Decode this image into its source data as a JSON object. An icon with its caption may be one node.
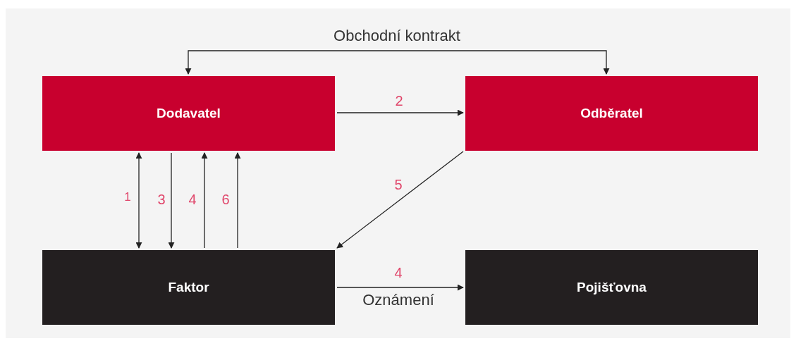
{
  "diagram": {
    "nodes": [
      {
        "text": [
          "Dodavatel"
        ]
      },
      {
        "text": [
          "Odběratel"
        ]
      },
      {
        "text": [
          "Faktor"
        ]
      },
      {
        "text": [
          "Pojišťovna"
        ]
      }
    ],
    "edges": [
      {
        "from": 0,
        "to": 1,
        "arrow": "both",
        "label": "Obchodní kontrakt"
      },
      {
        "from": 0,
        "to": 1,
        "arrow": "to",
        "label": "2"
      },
      {
        "from": 1,
        "to": 2,
        "arrow": "to",
        "label": "5"
      },
      {
        "from": 0,
        "to": 2,
        "arrow": "both",
        "label": "1"
      },
      {
        "from": 0,
        "to": 2,
        "arrow": "to",
        "label": "3"
      },
      {
        "from": 2,
        "to": 0,
        "arrow": "to",
        "label": "4"
      },
      {
        "from": 2,
        "to": 0,
        "arrow": "to",
        "label": "6"
      },
      {
        "from": 2,
        "to": 3,
        "arrow": "to",
        "label": "4"
      }
    ],
    "labels": [
      "Oznámení"
    ]
  }
}
